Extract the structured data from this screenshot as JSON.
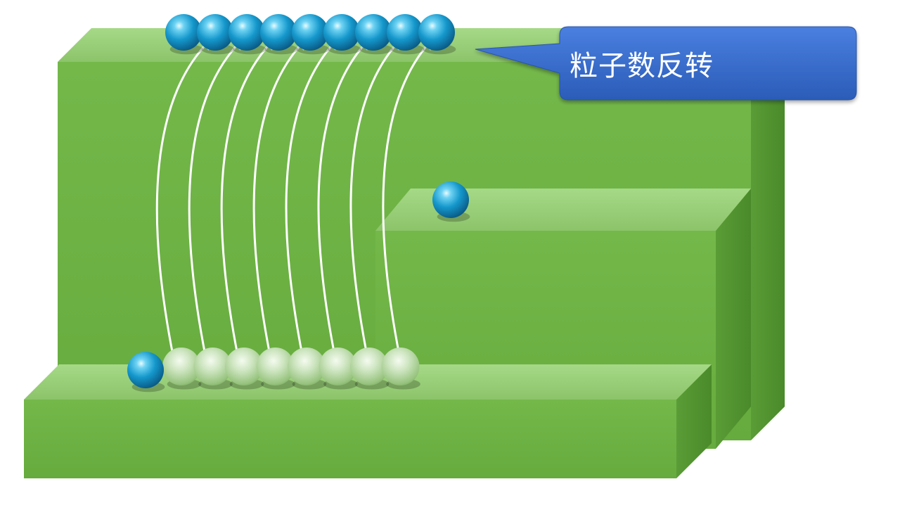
{
  "diagram": {
    "callout": {
      "label": "粒子数反转"
    },
    "colors": {
      "top_face": "#9bd07b",
      "front_face": "#6fb445",
      "side_face": "#4f8f2d",
      "particle_excited": "#1aa3d6",
      "particle_ground_ghost": "#b8d8a8",
      "callout_fill": "#3a6fd1",
      "arrow": "#ffffff"
    },
    "particles": {
      "upper_level_count": 9,
      "middle_level_count": 1,
      "ground_level_count": 1,
      "ground_level_emptied_count": 8
    },
    "transitions": {
      "count": 8
    }
  }
}
